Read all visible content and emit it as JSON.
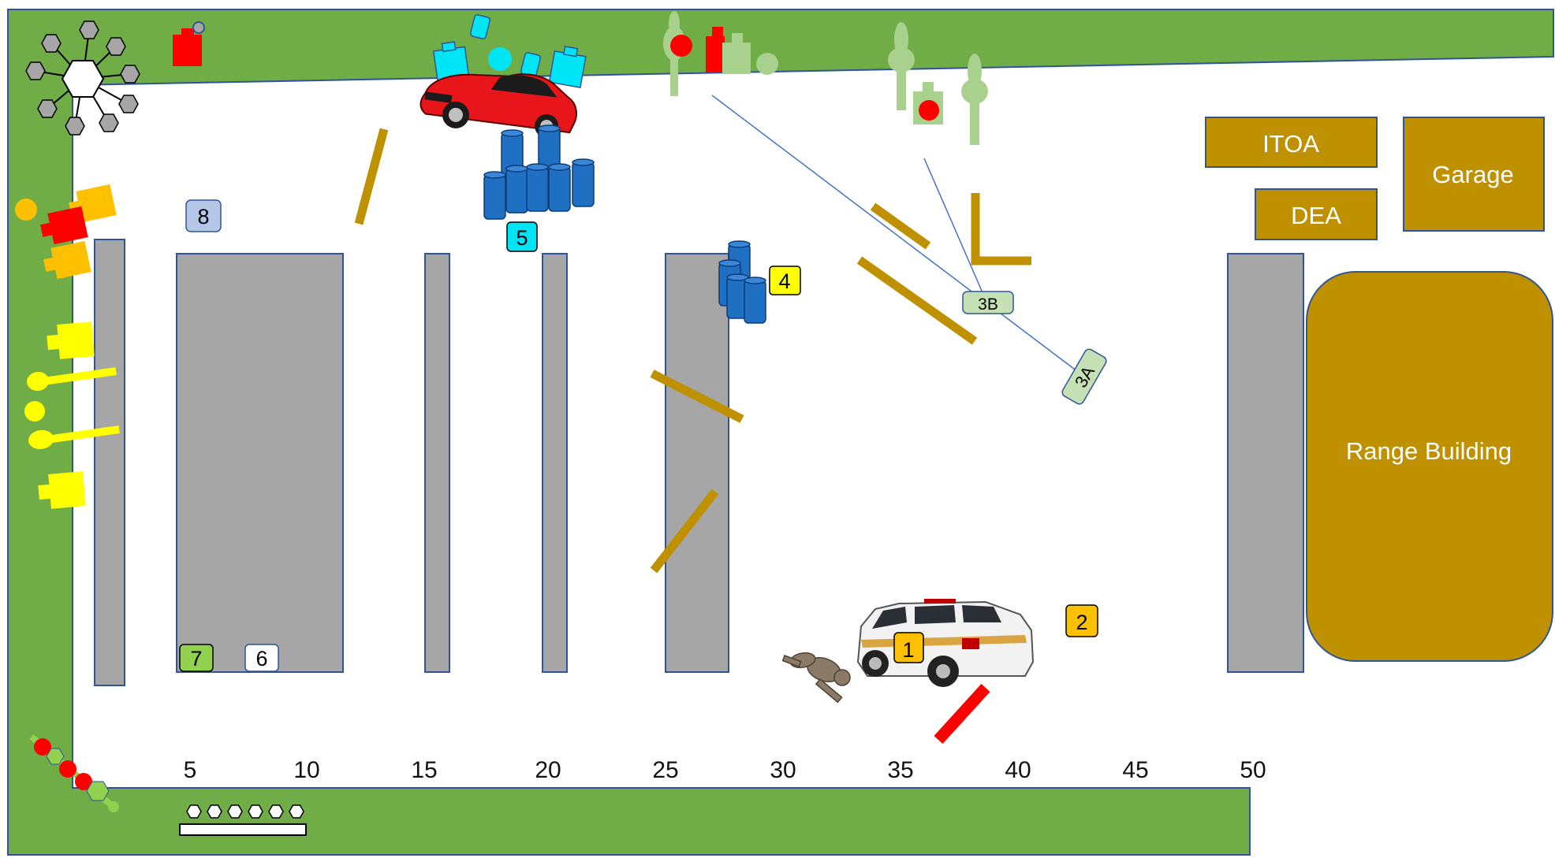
{
  "colors": {
    "grass": "#70ad47",
    "ground": "#ffffff",
    "lane": "#a6a6a6",
    "barrier": "#bf9000",
    "outline": "#2f5597",
    "barrel": "#1f6fc2",
    "red_target": "#ff0000",
    "yellow_target": "#ffff00",
    "orange_target": "#ffc000",
    "pale_green": "#a9d18e",
    "cyan": "#00e5f5",
    "lavender": "#b4c7e7",
    "lime": "#92d050"
  },
  "buildings": {
    "itoa": "ITOA",
    "dea": "DEA",
    "garage": "Garage",
    "range_building": "Range Building"
  },
  "stages": {
    "s1": "1",
    "s2": "2",
    "s3a": "3A",
    "s3b": "3B",
    "s4": "4",
    "s5": "5",
    "s6": "6",
    "s7": "7",
    "s8": "8"
  },
  "scale": {
    "ticks": [
      "5",
      "10",
      "15",
      "20",
      "25",
      "30",
      "35",
      "40",
      "45",
      "50"
    ]
  },
  "icons": {
    "hex_cluster": "hexagon-cluster-icon",
    "car": "red-car-icon",
    "patrol_suv": "patrol-suv-icon",
    "prone_figure": "prone-figure-icon",
    "barrels": "barrel-icon"
  }
}
